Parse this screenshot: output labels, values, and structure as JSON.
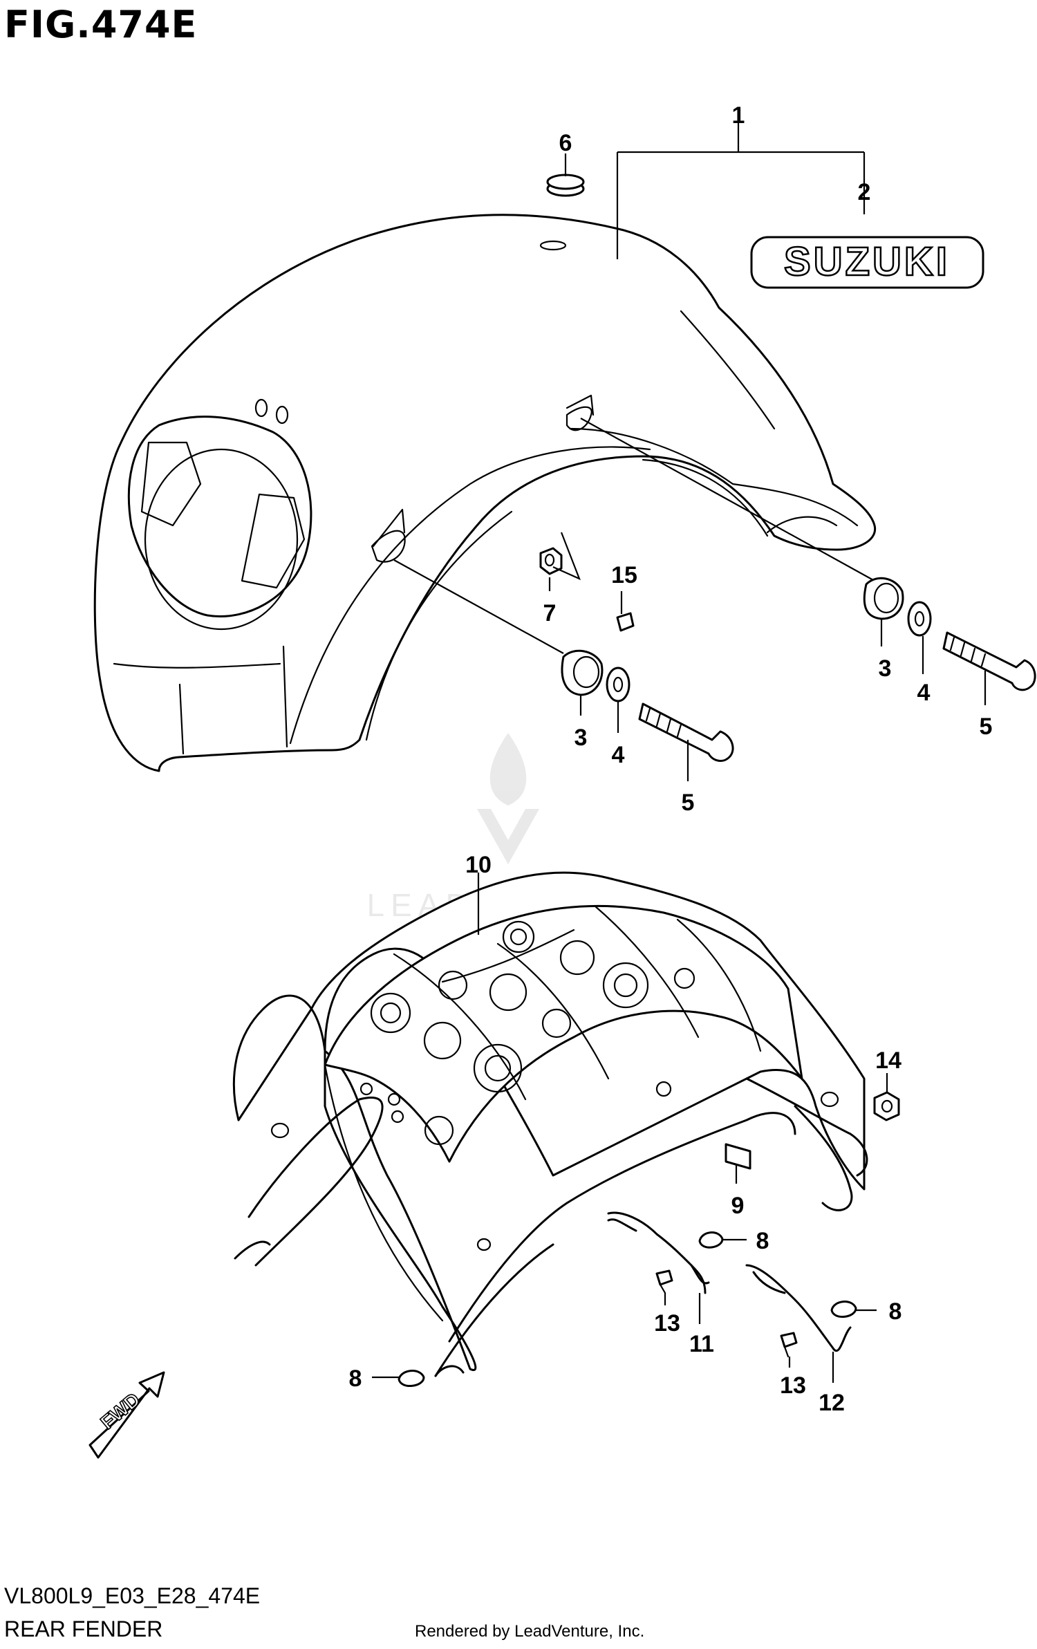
{
  "figure": {
    "title": "FIG.474E",
    "code": "VL800L9_E03_E28_474E",
    "section": "REAR FENDER",
    "credit": "Rendered by LeadVenture, Inc.",
    "watermark": "LEADVENTURE"
  },
  "emblem_text": "SUZUKI",
  "fwd_text": "FWD",
  "callouts": [
    {
      "id": "c1",
      "label": "1"
    },
    {
      "id": "c2",
      "label": "2"
    },
    {
      "id": "c6",
      "label": "6"
    },
    {
      "id": "c15",
      "label": "15"
    },
    {
      "id": "c7",
      "label": "7"
    },
    {
      "id": "c3a",
      "label": "3"
    },
    {
      "id": "c4a",
      "label": "4"
    },
    {
      "id": "c5a",
      "label": "5"
    },
    {
      "id": "c3b",
      "label": "3"
    },
    {
      "id": "c4b",
      "label": "4"
    },
    {
      "id": "c5b",
      "label": "5"
    },
    {
      "id": "c10",
      "label": "10"
    },
    {
      "id": "c14",
      "label": "14"
    },
    {
      "id": "c9",
      "label": "9"
    },
    {
      "id": "c8a",
      "label": "8"
    },
    {
      "id": "c13a",
      "label": "13"
    },
    {
      "id": "c11",
      "label": "11"
    },
    {
      "id": "c8b",
      "label": "8"
    },
    {
      "id": "c13b",
      "label": "13"
    },
    {
      "id": "c12",
      "label": "12"
    },
    {
      "id": "c8c",
      "label": "8"
    }
  ]
}
